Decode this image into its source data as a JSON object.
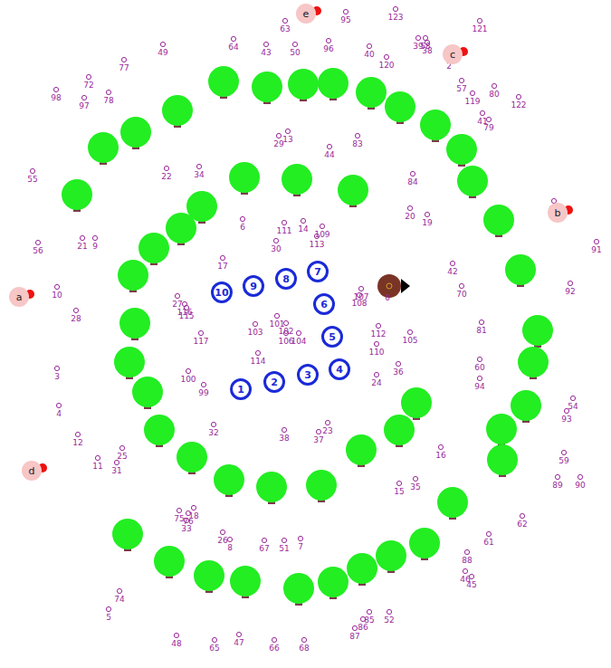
{
  "diagram": {
    "nodes": [
      {
        "text": [
          "1"
        ]
      },
      {
        "text": [
          "2"
        ]
      },
      {
        "text": [
          "3"
        ]
      },
      {
        "text": [
          "4"
        ]
      },
      {
        "text": [
          "5"
        ]
      },
      {
        "text": [
          "6"
        ]
      },
      {
        "text": [
          "7"
        ]
      },
      {
        "text": [
          "8"
        ]
      },
      {
        "text": [
          "9"
        ]
      },
      {
        "text": [
          "10"
        ]
      },
      {
        "text": [
          "e"
        ]
      },
      {
        "text": [
          "c"
        ]
      },
      {
        "text": [
          "b"
        ]
      },
      {
        "text": [
          "a"
        ]
      },
      {
        "text": [
          "d"
        ]
      }
    ],
    "labels": [
      "64",
      "63",
      "95",
      "123",
      "121",
      "49",
      "43",
      "50",
      "96",
      "40",
      "120",
      "39",
      "38",
      "2",
      "77",
      "72",
      "57",
      "80",
      "98",
      "97",
      "78",
      "119",
      "122",
      "41",
      "79",
      "29",
      "13",
      "44",
      "83",
      "55",
      "22",
      "34",
      "84",
      "20",
      "19",
      "6",
      "111",
      "14",
      "109",
      "113",
      "30",
      "69",
      "91",
      "56",
      "21",
      "9",
      "17",
      "42",
      "70",
      "92",
      "10",
      "107",
      "108",
      "0",
      "28",
      "27",
      "116",
      "115",
      "103",
      "101",
      "102",
      "106",
      "104",
      "112",
      "105",
      "81",
      "117",
      "114",
      "110",
      "36",
      "60",
      "100",
      "99",
      "24",
      "94",
      "3",
      "54",
      "93",
      "4",
      "32",
      "38",
      "23",
      "37",
      "12",
      "16",
      "25",
      "11",
      "31",
      "59",
      "89",
      "90",
      "15",
      "35",
      "75",
      "76",
      "33",
      "62",
      "26",
      "8",
      "67",
      "51",
      "7",
      "61",
      "88",
      "46",
      "45",
      "74",
      "5",
      "85",
      "86",
      "87",
      "52",
      "48",
      "65",
      "47",
      "66",
      "68",
      "58",
      "18"
    ]
  }
}
